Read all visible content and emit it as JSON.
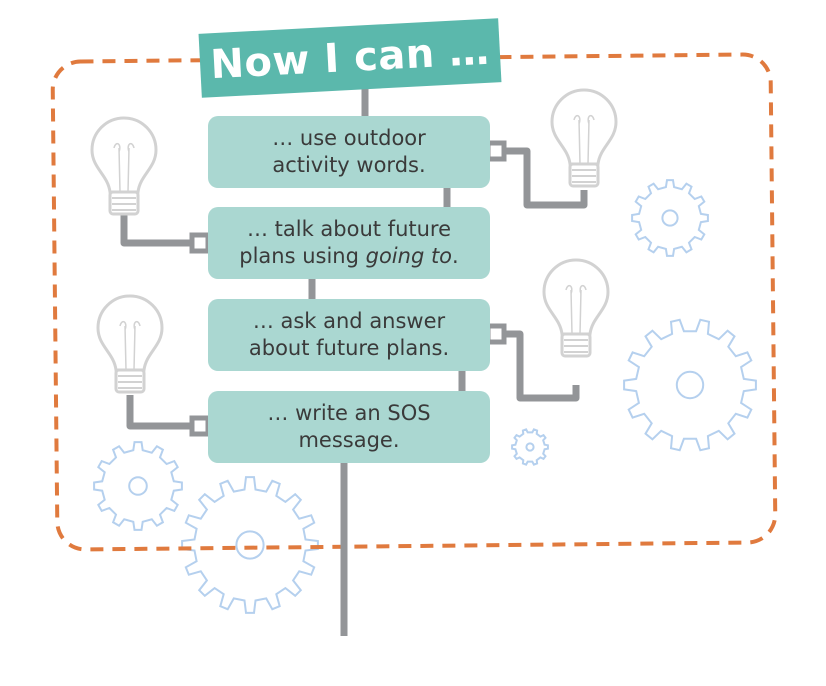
{
  "title": "Now I can …",
  "items": [
    {
      "line1": "… use outdoor",
      "line2": "activity words."
    },
    {
      "line1": "… talk about future",
      "line2_prefix": "plans using ",
      "line2_italic": "going to",
      "line2_suffix": "."
    },
    {
      "line1": "… ask and answer",
      "line2": "about future plans."
    },
    {
      "line1": "… write an SOS",
      "line2": "message."
    }
  ],
  "colors": {
    "banner": "#5bb8ac",
    "box": "#aad7d1",
    "border": "#e07a3e",
    "pipe": "#939598",
    "gear": "#b5d0ee",
    "bulb": "#d2d2d2"
  }
}
